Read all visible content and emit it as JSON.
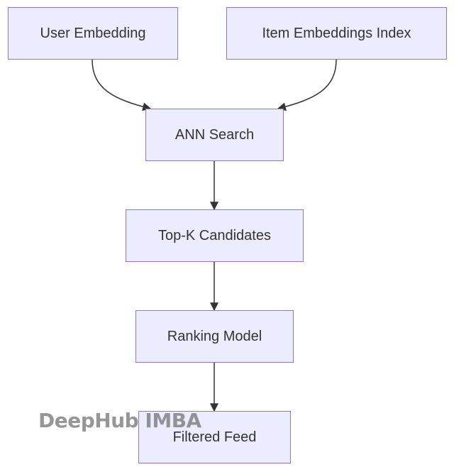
{
  "nodes": {
    "user_embedding": "User Embedding",
    "item_embeddings_index": "Item Embeddings Index",
    "ann_search": "ANN Search",
    "top_k_candidates": "Top-K Candidates",
    "ranking_model": "Ranking Model",
    "filtered_feed": "Filtered Feed"
  },
  "watermark": "DeepHub IMBA",
  "colors": {
    "node_fill": "#ECECFF",
    "node_border": "#9370DB",
    "edge": "#333333",
    "text": "#333333"
  }
}
